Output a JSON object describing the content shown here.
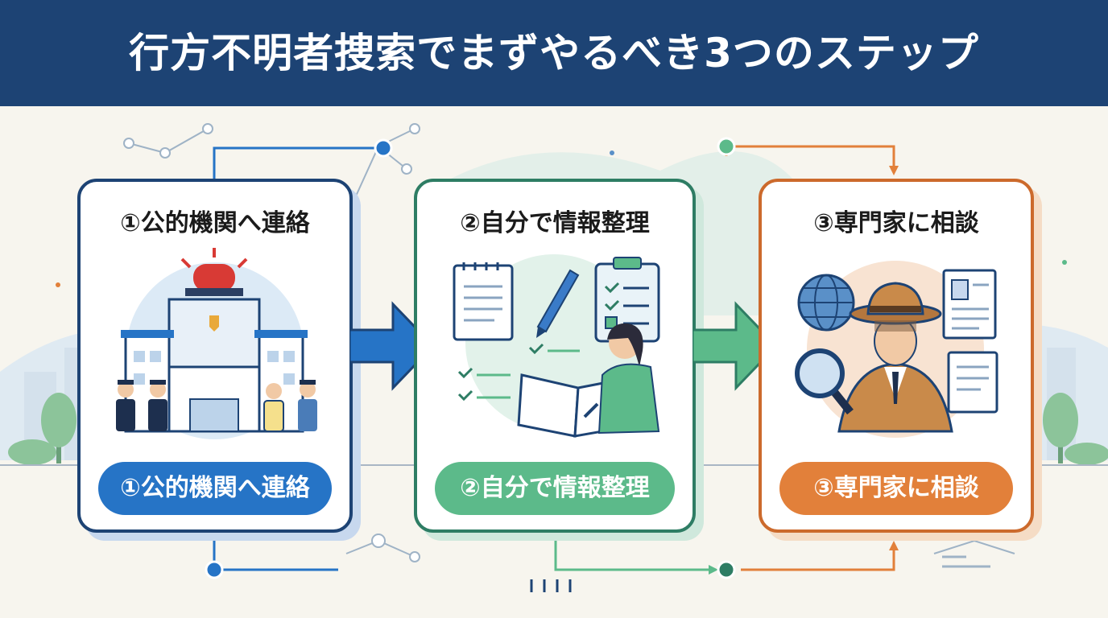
{
  "title": "行方不明者捜索でまずやるべき3つのステップ",
  "steps": [
    {
      "title": "①公的機関へ連絡",
      "label": "①公的機関へ連絡",
      "color": "#2674c6"
    },
    {
      "title": "②自分で情報整理",
      "label": "②自分で情報整理",
      "color": "#5cba8a"
    },
    {
      "title": "③専門家に相談",
      "label": "③専門家に相談",
      "color": "#e2803a"
    }
  ],
  "colors": {
    "banner": "#1d4374",
    "background": "#f7f5ee"
  },
  "icons": [
    "police-station-icon",
    "siren-icon",
    "police-officer-icon",
    "notepad-icon",
    "pen-icon",
    "clipboard-checklist-icon",
    "person-writing-icon",
    "globe-icon",
    "detective-icon",
    "magnifying-glass-icon",
    "resume-document-icon",
    "right-arrow-icon"
  ]
}
